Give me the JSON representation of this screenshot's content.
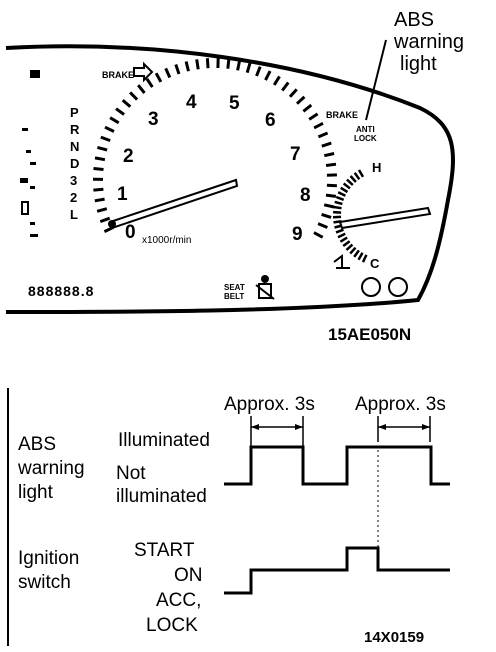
{
  "cluster": {
    "callout": [
      "ABS",
      "warning",
      "light"
    ],
    "figure_id": "15AE050N",
    "tach_numbers": [
      "0",
      "1",
      "2",
      "3",
      "4",
      "5",
      "6",
      "7",
      "8",
      "9"
    ],
    "tach_unit": "x1000r/min",
    "gear_letters": [
      "P",
      "R",
      "N",
      "D",
      "3",
      "2",
      "L"
    ],
    "temp_hot": "H",
    "temp_cold": "C",
    "anti_lock": [
      "ANTI",
      "LOCK"
    ],
    "small_label_top": "BRAKE",
    "odometer": "888888.8",
    "seatbelt_text": [
      "SEAT",
      "BELT"
    ]
  },
  "timing": {
    "figure_id": "14X0159",
    "approx_labels": [
      "Approx. 3s",
      "Approx. 3s"
    ],
    "abs_signal_label": [
      "ABS",
      "warning",
      "light"
    ],
    "abs_states": {
      "on": "Illuminated",
      "off": [
        "Not",
        "illuminated"
      ]
    },
    "ign_signal_label": [
      "Ignition",
      "switch"
    ],
    "ign_states": [
      "START",
      "ON",
      "ACC,",
      "LOCK"
    ]
  }
}
